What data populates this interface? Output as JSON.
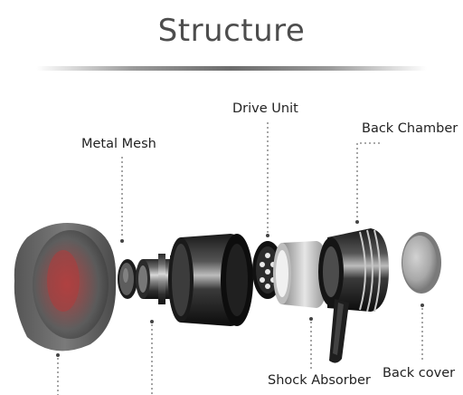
{
  "title": "Structure",
  "labels": {
    "metal_mesh": "Metal Mesh",
    "drive_unit": "Drive Unit",
    "back_chamber": "Back Chamber",
    "shock_absorber": "Shock Absorber",
    "back_cover": "Back cover"
  }
}
